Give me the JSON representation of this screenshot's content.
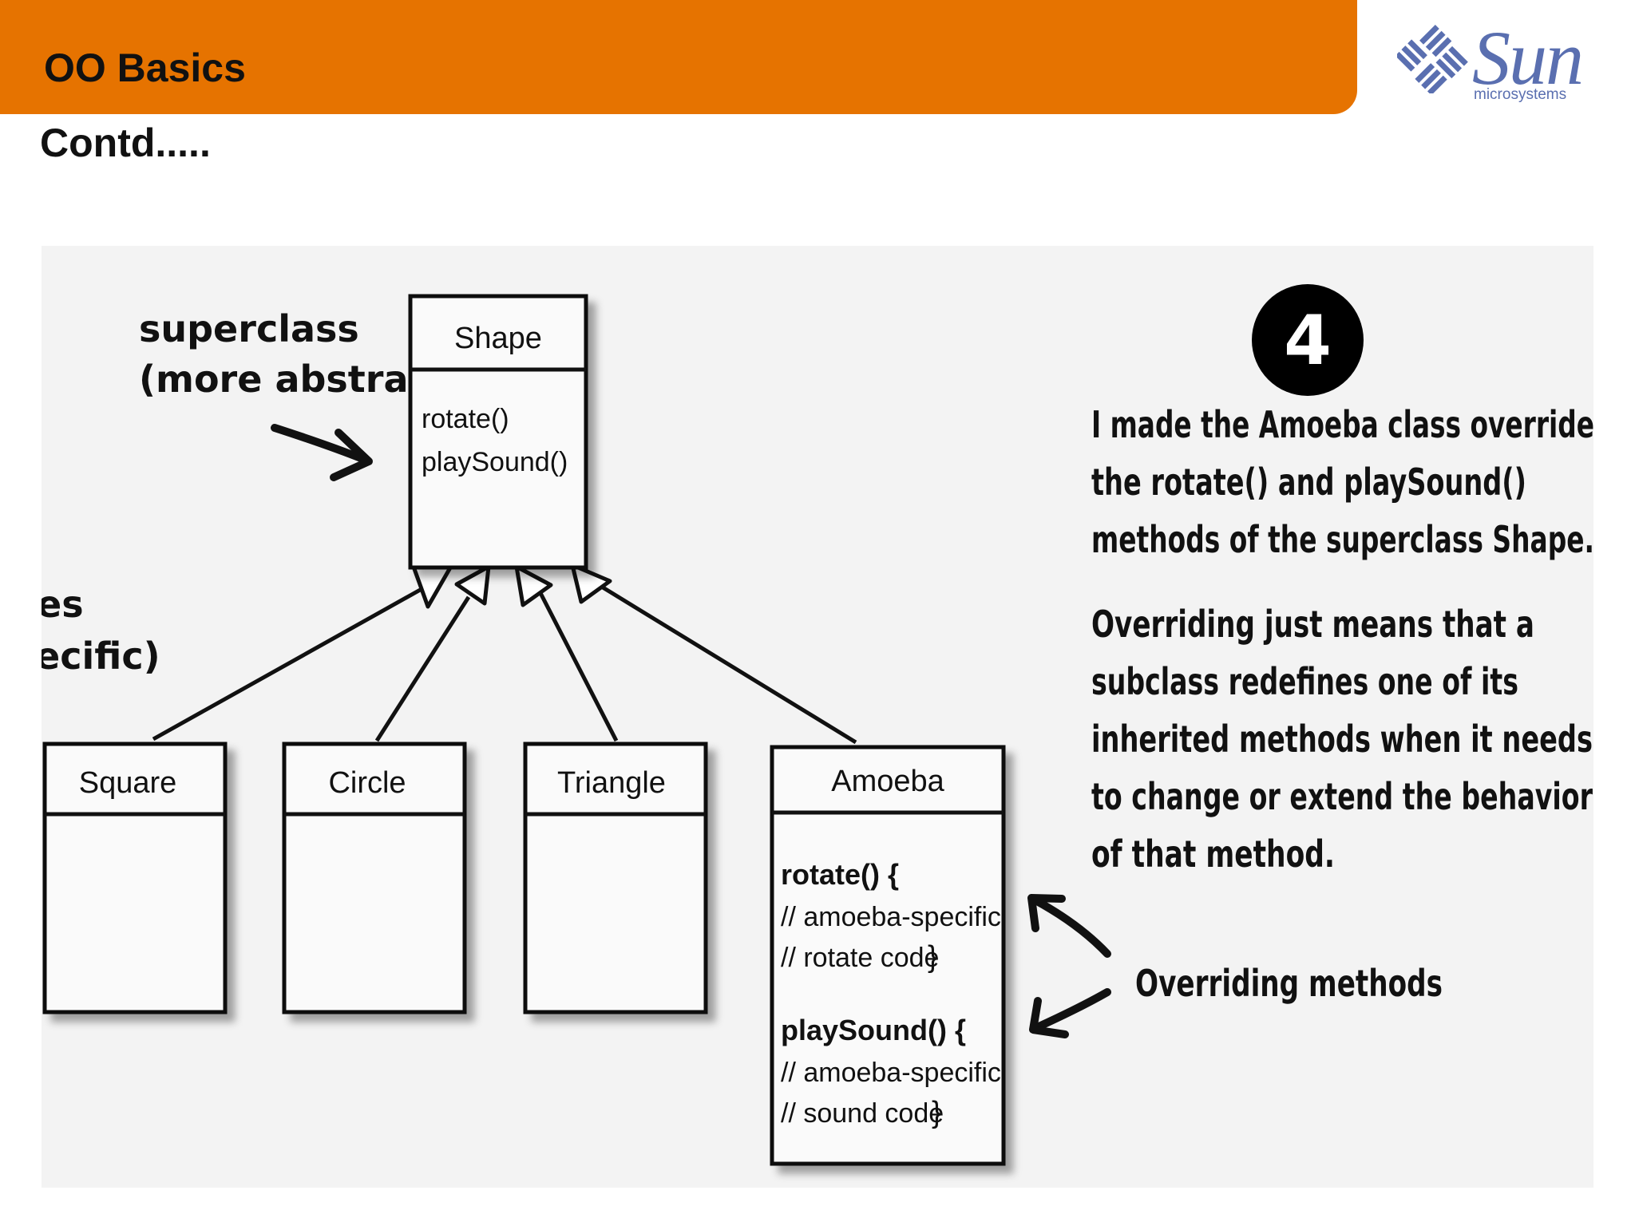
{
  "header": {
    "title": "OO Basics"
  },
  "logo": {
    "brand": "Sun",
    "tagline": "microsystems"
  },
  "subtitle": "Contd.....",
  "diagram": {
    "superclass_label_line1": "superclass",
    "superclass_label_line2": "(more abstract)",
    "subclass_label_line1": "es",
    "subclass_label_line2": "ecific)",
    "classes": {
      "shape": {
        "name": "Shape",
        "method1": "rotate()",
        "method2": "playSound()"
      },
      "square": {
        "name": "Square"
      },
      "circle": {
        "name": "Circle"
      },
      "triangle": {
        "name": "Triangle"
      },
      "amoeba": {
        "name": "Amoeba",
        "rotate_sig": "rotate() {",
        "rotate_c1": "// amoeba-specific",
        "rotate_c2": "// rotate code",
        "rotate_brace": "}",
        "play_sig": "playSound() {",
        "play_c1": "// amoeba-specific",
        "play_c2": "// sound code",
        "play_brace": "}"
      }
    },
    "step_number": "4",
    "explanation": [
      "I made the Amoeba class override",
      "the rotate() and playSound()",
      "methods of the superclass Shape."
    ],
    "definition": [
      "Overriding just means that a",
      "subclass redefines one of its",
      "inherited methods when it needs",
      "to change or extend the behavior",
      "of that method."
    ],
    "overriding_label": "Overriding methods"
  }
}
